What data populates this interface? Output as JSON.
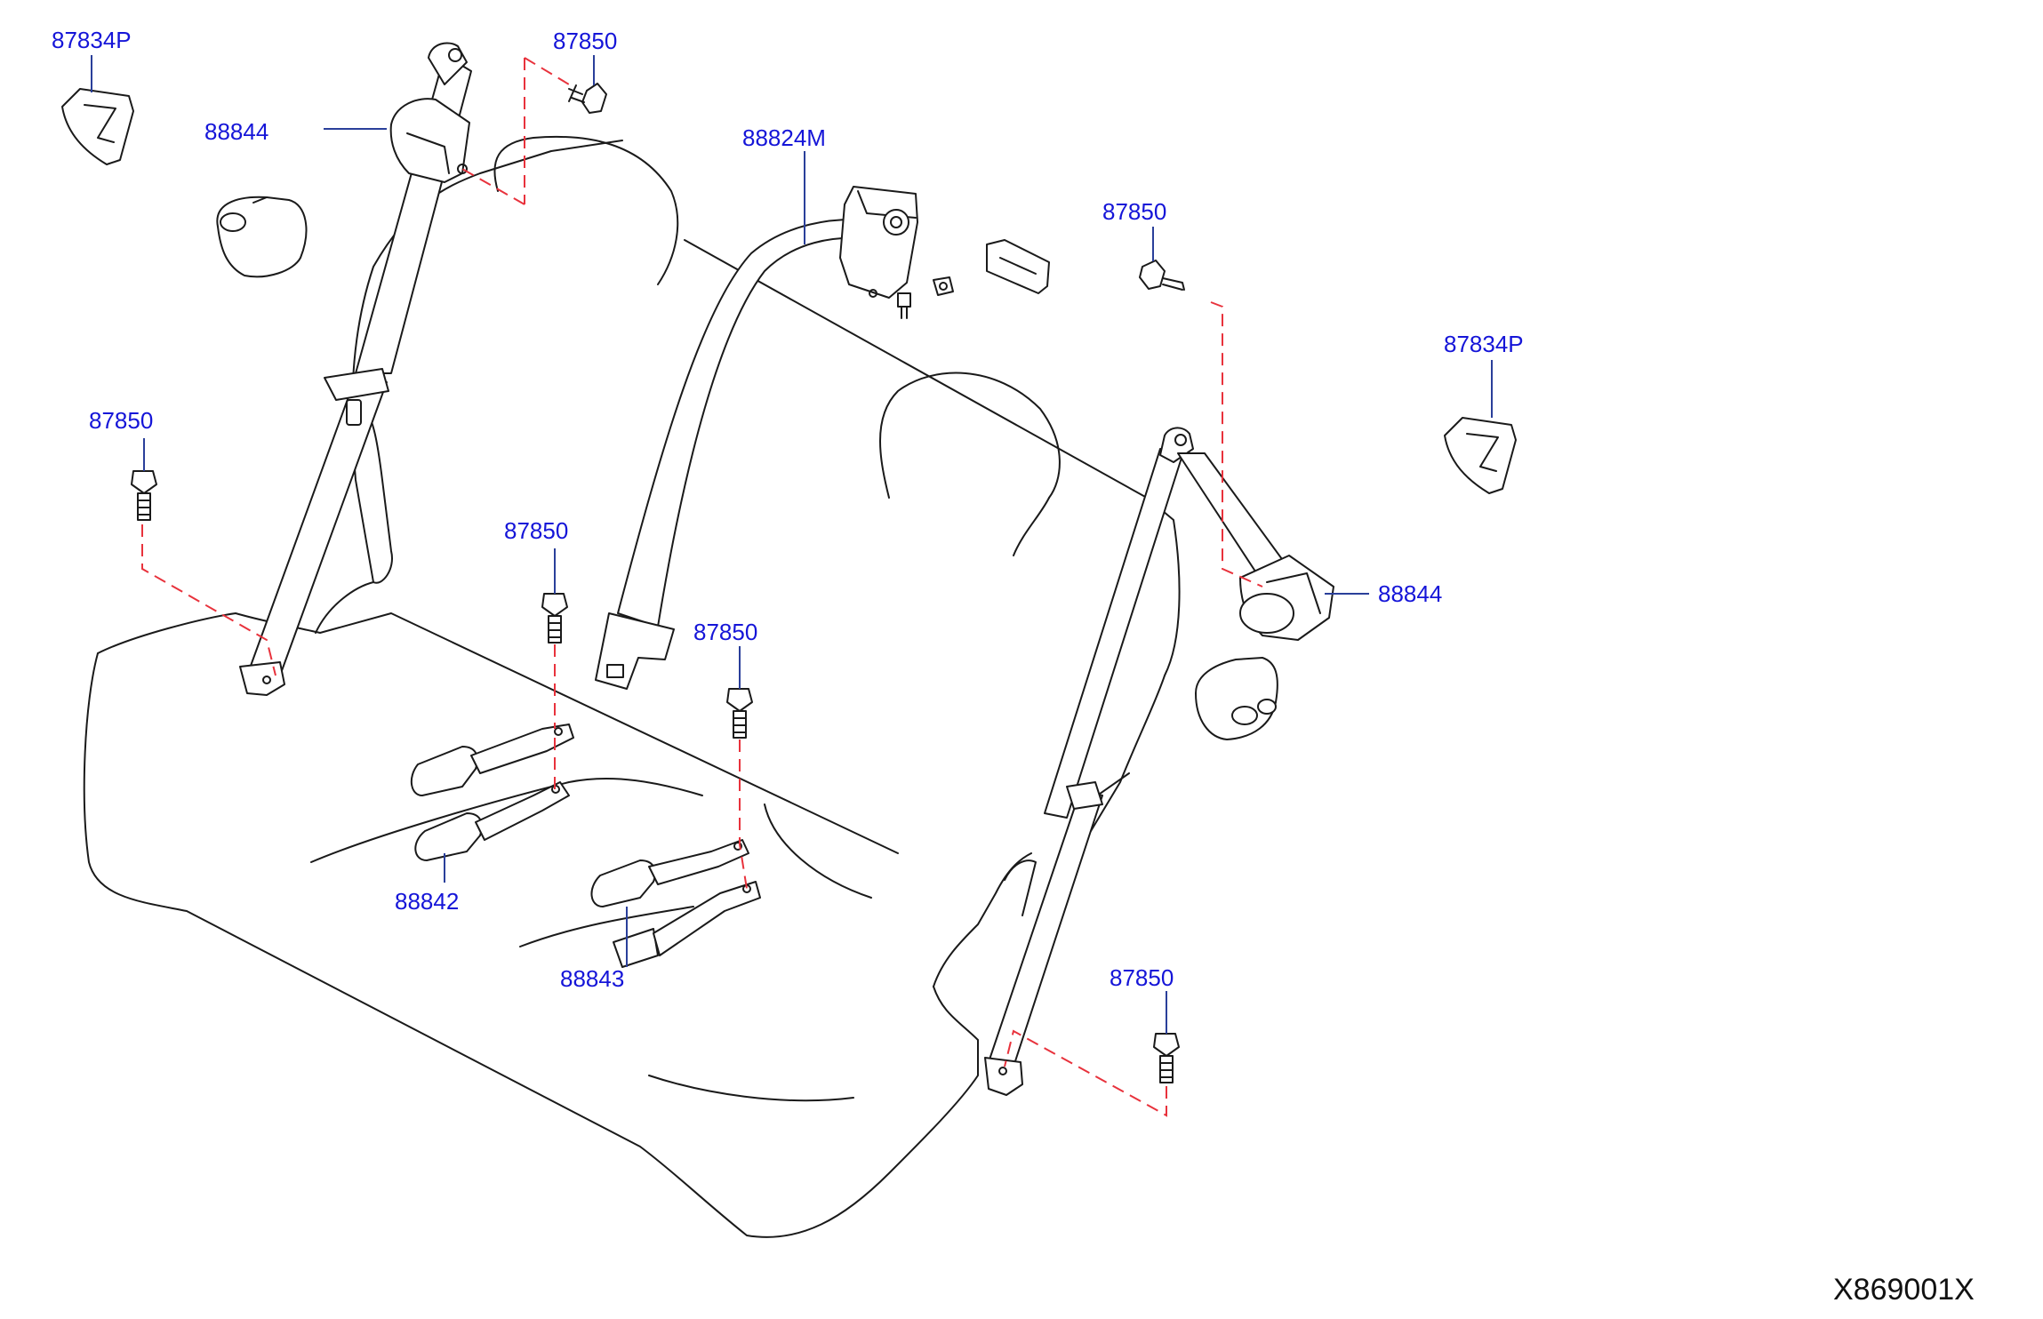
{
  "labels": {
    "escutcheon_left": "87834P",
    "escutcheon_right": "87834P",
    "retractor_left": "88844",
    "retractor_right": "88844",
    "retractor_center": "88824M",
    "bolt_1": "87850",
    "bolt_2": "87850",
    "bolt_3": "87850",
    "bolt_4": "87850",
    "bolt_5": "87850",
    "bolt_6": "87850",
    "buckle_left": "88842",
    "buckle_center": "88843"
  },
  "diagram_code": "X869001X",
  "colors": {
    "label": "#1515d8",
    "leader": "#2a3f9a",
    "mount_dash": "#e8323c",
    "line": "#1a1a1a"
  }
}
